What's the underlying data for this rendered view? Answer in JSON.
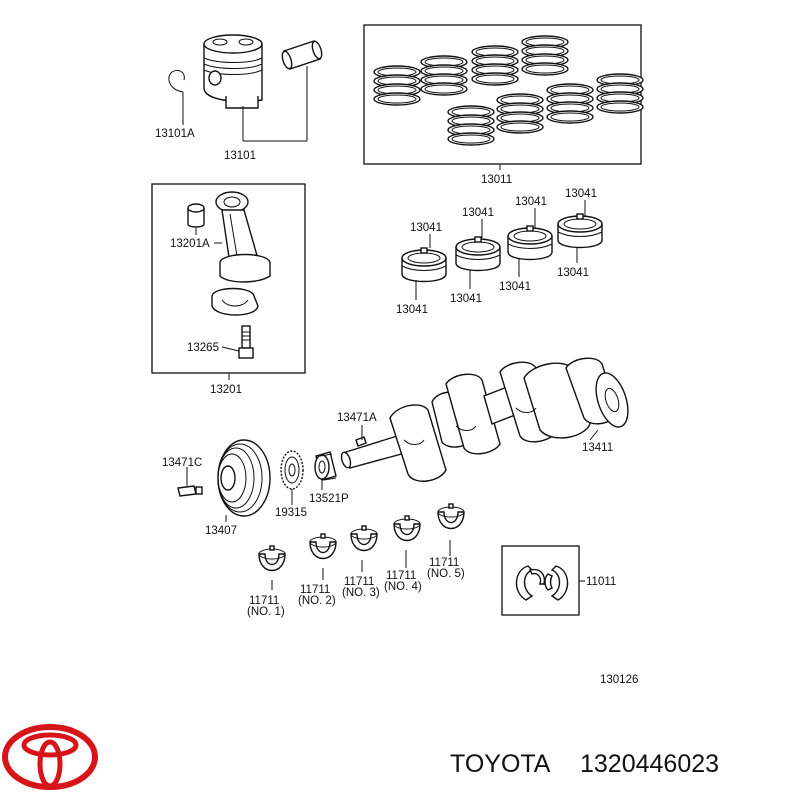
{
  "labels": {
    "snap_ring": "13101A",
    "piston_set": "13101",
    "ring_set": "13011",
    "rod_bushing": "13201A",
    "rod_bolt": "13265",
    "connecting_rod": "13201",
    "rod_bearing_1": "13041",
    "rod_bearing_2": "13041",
    "rod_bearing_3": "13041",
    "rod_bearing_4": "13041",
    "rod_bearing_5": "13041",
    "rod_bearing_6": "13041",
    "rod_bearing_7": "13041",
    "rod_bearing_8": "13041",
    "crank_key_a": "13471A",
    "crankshaft": "13411",
    "crank_key_c": "13471C",
    "crank_pulley": "13407",
    "timing_gear": "19315",
    "pilot_bearing": "13521P",
    "main_bearing_1_pn": "11711",
    "main_bearing_1_no": "(NO. 1)",
    "main_bearing_2_pn": "11711",
    "main_bearing_2_no": "(NO. 2)",
    "main_bearing_3_pn": "11711",
    "main_bearing_3_no": "(NO. 3)",
    "main_bearing_4_pn": "11711",
    "main_bearing_4_no": "(NO. 4)",
    "main_bearing_5_pn": "11711",
    "main_bearing_5_no": "(NO. 5)",
    "thrust_washer_set": "11011",
    "diagram_code": "130126"
  },
  "footer": {
    "brand": "TOYOTA",
    "part_number": "1320446023"
  },
  "colors": {
    "logo": "#d7141a",
    "ink": "#111111"
  },
  "icons": {
    "logo": "toyota-logo-icon"
  }
}
